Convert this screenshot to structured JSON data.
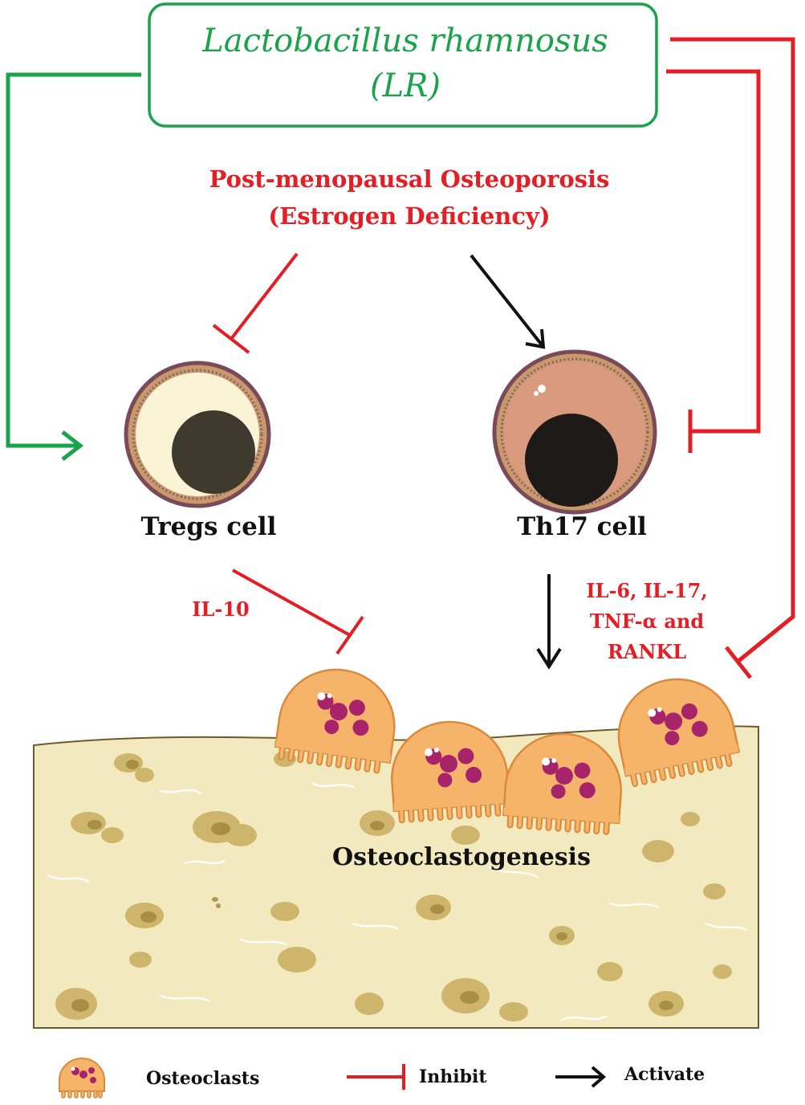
{
  "colors": {
    "activate_green": "#1aa34a",
    "inhibit_red": "#e31e24",
    "activate_black": "#111111",
    "bone_fill": "#f3e9bf",
    "osteoclast_fill": "#f6b46a",
    "nucleus_purple": "#a8246a",
    "tregs_cytoplasm": "#fbf3d6",
    "th17_cytoplasm": "#d99a7e",
    "membrane": "#8a5a73"
  },
  "probiotic": {
    "line1": "Lactobacillus rhamnosus",
    "line2": "(LR)"
  },
  "condition": {
    "line1": "Post-menopausal Osteoporosis",
    "line2": "(Estrogen Deficiency)"
  },
  "cells": {
    "tregs_label": "Tregs cell",
    "th17_label": "Th17 cell"
  },
  "cytokines": {
    "tregs": "IL-10",
    "th17_line1": "IL-6, IL-17,",
    "th17_line2": "TNF-α and",
    "th17_line3": "RANKL"
  },
  "bone": {
    "label": "Osteoclastogenesis"
  },
  "legend": {
    "osteoclasts": "Osteoclasts",
    "inhibit": "Inhibit",
    "activate": "Activate"
  }
}
